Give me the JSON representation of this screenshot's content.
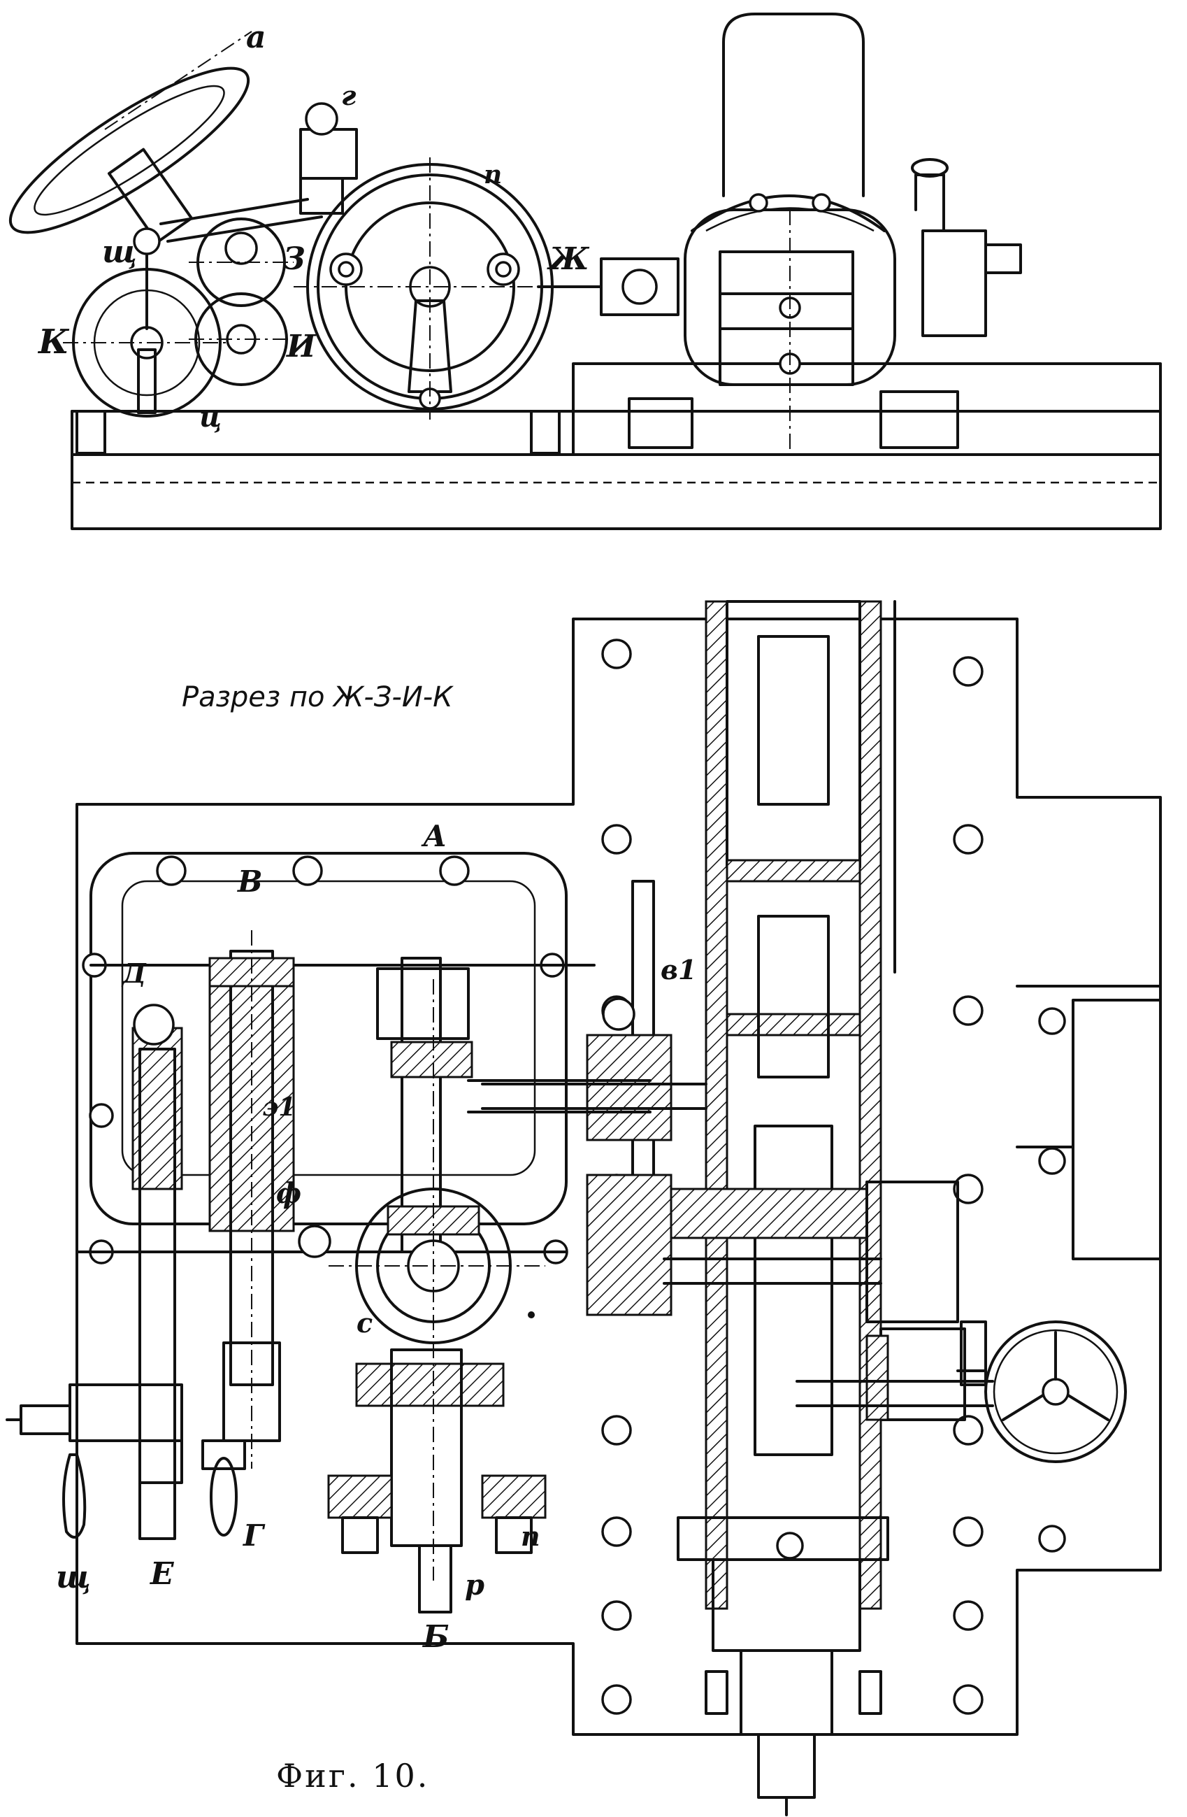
{
  "labels": {
    "top_a": "a",
    "top_g": "г",
    "top_n": "п",
    "top_zh": "Ж",
    "top_sch": "щ",
    "top_z": "З",
    "top_k": "К",
    "top_i": "И",
    "top_ts": "ц",
    "sec_A": "А",
    "sec_V": "В",
    "sec_D": "Д",
    "sec_v1": "в1",
    "sec_e1": "э1",
    "sec_f": "ф",
    "sec_s": "с",
    "sec_sch": "щ",
    "sec_E": "Е",
    "sec_G": "Г",
    "sec_p": "р",
    "sec_n": "п",
    "sec_B": "Б"
  },
  "section_title": "Разрез по Ж-З-И-К",
  "caption": "Фиг. 10."
}
